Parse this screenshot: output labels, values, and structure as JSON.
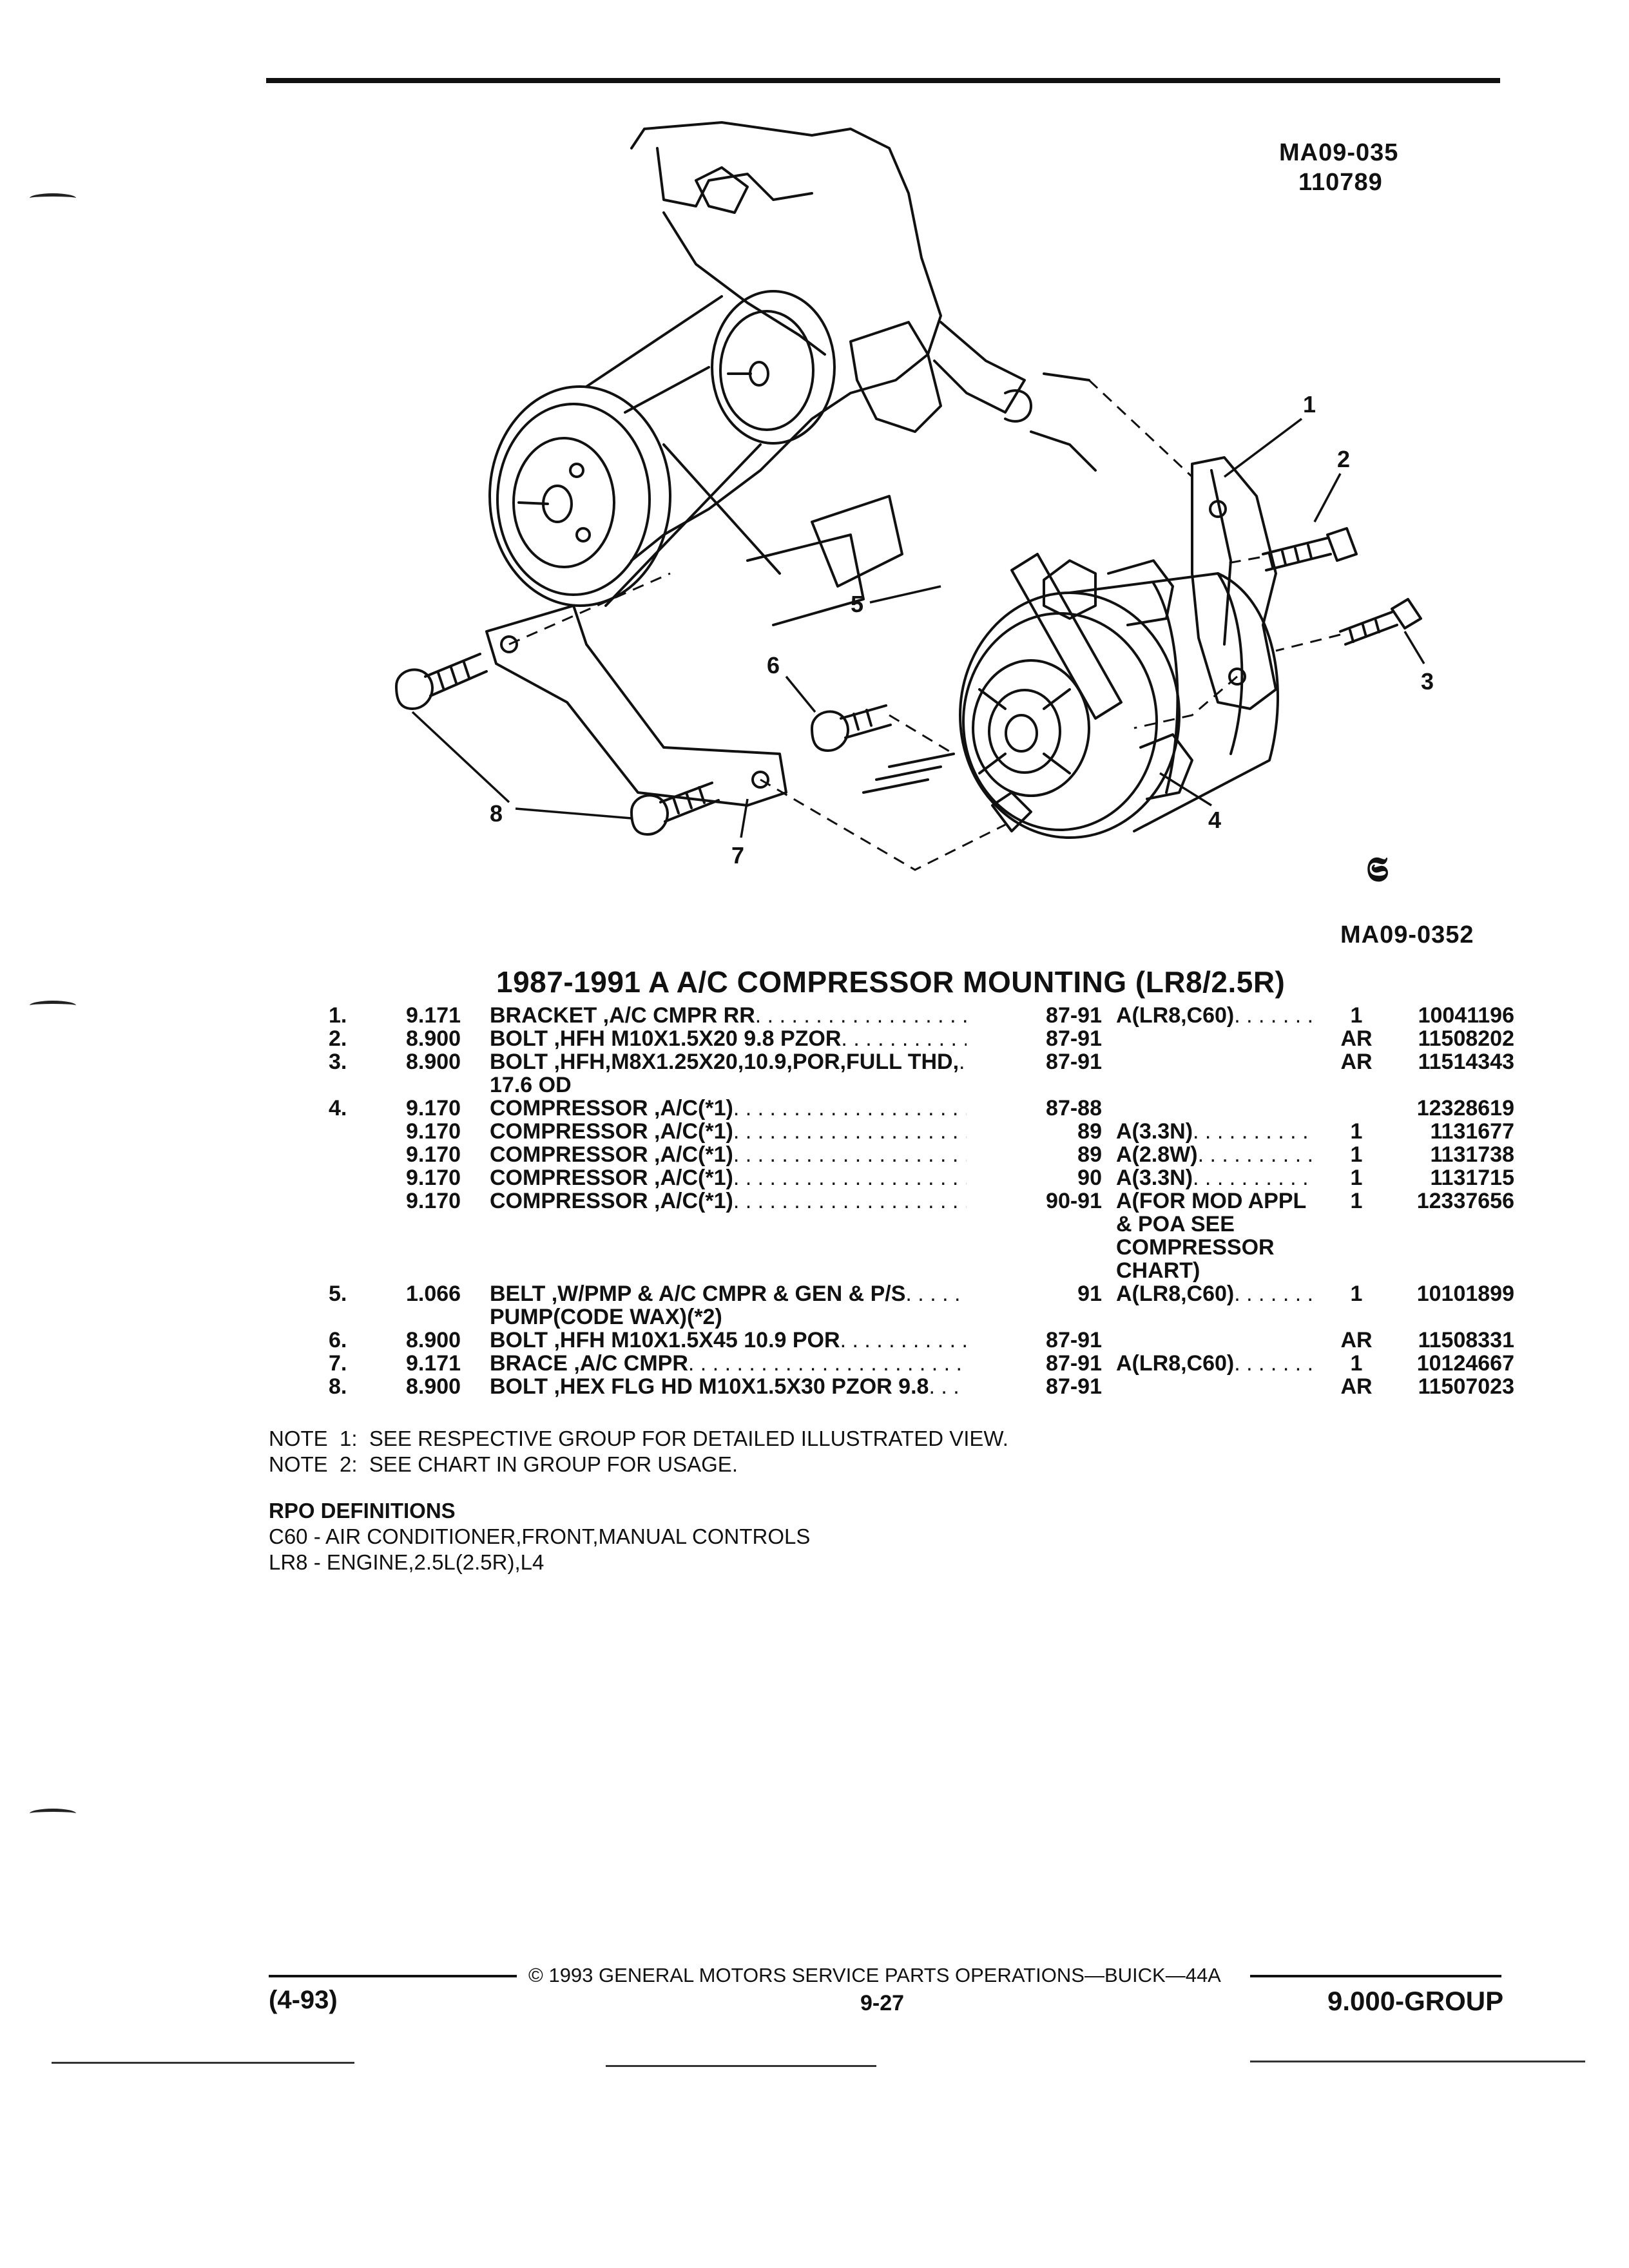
{
  "figure": {
    "code_top": "MA09-035",
    "date_top": "110789",
    "code_bottom": "MA09-0352",
    "callouts": [
      "1",
      "2",
      "3",
      "4",
      "5",
      "6",
      "7",
      "8"
    ]
  },
  "title": "1987-1991 A A/C COMPRESSOR MOUNTING (LR8/2.5R)",
  "parts": [
    {
      "idx": "1.",
      "grp": "9.171",
      "desc": "BRACKET ,A/C CMPR RR",
      "yr": "87-91",
      "app": "A(LR8,C60)",
      "qty": "1",
      "pn": "10041196"
    },
    {
      "idx": "2.",
      "grp": "8.900",
      "desc": "BOLT ,HFH M10X1.5X20 9.8 PZOR",
      "yr": "87-91",
      "app": "",
      "qty": "AR",
      "pn": "11508202"
    },
    {
      "idx": "3.",
      "grp": "8.900",
      "desc": "BOLT ,HFH,M8X1.25X20,10.9,POR,FULL THD,",
      "desc2": "17.6 OD",
      "yr": "87-91",
      "app": "",
      "qty": "AR",
      "pn": "11514343"
    },
    {
      "idx": "4.",
      "grp": "9.170",
      "desc": "COMPRESSOR ,A/C(*1)",
      "yr": "87-88",
      "app": "",
      "qty": "",
      "pn": "12328619"
    },
    {
      "idx": "",
      "grp": "9.170",
      "desc": "COMPRESSOR ,A/C(*1)",
      "yr": "89",
      "app": "A(3.3N)",
      "qty": "1",
      "pn": "1131677"
    },
    {
      "idx": "",
      "grp": "9.170",
      "desc": "COMPRESSOR ,A/C(*1)",
      "yr": "89",
      "app": "A(2.8W)",
      "qty": "1",
      "pn": "1131738"
    },
    {
      "idx": "",
      "grp": "9.170",
      "desc": "COMPRESSOR ,A/C(*1)",
      "yr": "90",
      "app": "A(3.3N)",
      "qty": "1",
      "pn": "1131715"
    },
    {
      "idx": "",
      "grp": "9.170",
      "desc": "COMPRESSOR ,A/C(*1)",
      "yr": "90-91",
      "app": "A(FOR MOD APPL",
      "app2": "& POA SEE",
      "app3": "COMPRESSOR",
      "app4": "CHART)",
      "qty": "1",
      "pn": "12337656"
    },
    {
      "idx": "5.",
      "grp": "1.066",
      "desc": "BELT ,W/PMP & A/C CMPR & GEN & P/S",
      "desc2": "PUMP(CODE WAX)(*2)",
      "yr": "91",
      "app": "A(LR8,C60)",
      "qty": "1",
      "pn": "10101899"
    },
    {
      "idx": "6.",
      "grp": "8.900",
      "desc": "BOLT ,HFH M10X1.5X45 10.9 POR",
      "yr": "87-91",
      "app": "",
      "qty": "AR",
      "pn": "11508331"
    },
    {
      "idx": "7.",
      "grp": "9.171",
      "desc": "BRACE ,A/C CMPR",
      "yr": "87-91",
      "app": "A(LR8,C60)",
      "qty": "1",
      "pn": "10124667"
    },
    {
      "idx": "8.",
      "grp": "8.900",
      "desc": "BOLT ,HEX FLG HD M10X1.5X30 PZOR 9.8",
      "yr": "87-91",
      "app": "",
      "qty": "AR",
      "pn": "11507023"
    }
  ],
  "notes": [
    "NOTE  1:  SEE RESPECTIVE GROUP FOR DETAILED ILLUSTRATED VIEW.",
    "NOTE  2:  SEE CHART IN GROUP FOR USAGE."
  ],
  "rpo": {
    "heading": "RPO DEFINITIONS",
    "items": [
      "C60 - AIR CONDITIONER,FRONT,MANUAL CONTROLS",
      "LR8 - ENGINE,2.5L(2.5R),L4"
    ]
  },
  "footer": {
    "copyright": "©  1993  GENERAL MOTORS SERVICE PARTS OPERATIONS—BUICK—44A",
    "page": "9-27",
    "date_code": "(4-93)",
    "group": "9.000-GROUP"
  }
}
